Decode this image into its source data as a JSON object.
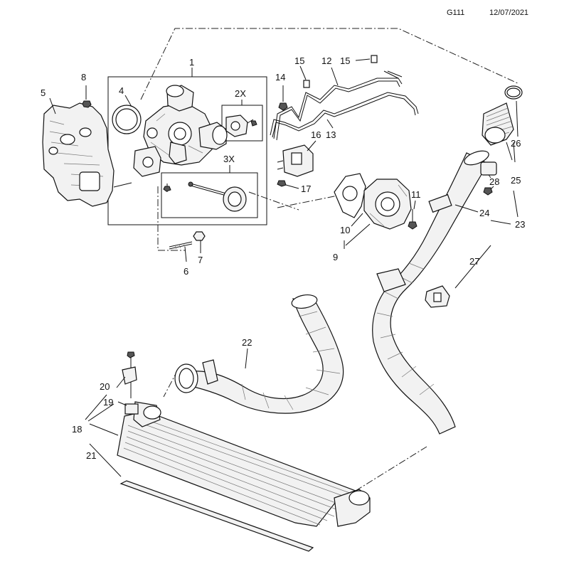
{
  "header": {
    "code": "G111",
    "date": "12/07/2021"
  },
  "callouts": [
    {
      "id": "c1",
      "text": "1"
    },
    {
      "id": "c2x",
      "text": "2X"
    },
    {
      "id": "c3x",
      "text": "3X"
    },
    {
      "id": "c4",
      "text": "4"
    },
    {
      "id": "c5",
      "text": "5"
    },
    {
      "id": "c6",
      "text": "6"
    },
    {
      "id": "c7",
      "text": "7"
    },
    {
      "id": "c8",
      "text": "8"
    },
    {
      "id": "c9",
      "text": "9"
    },
    {
      "id": "c10",
      "text": "10"
    },
    {
      "id": "c11",
      "text": "11"
    },
    {
      "id": "c12",
      "text": "12"
    },
    {
      "id": "c13",
      "text": "13"
    },
    {
      "id": "c14",
      "text": "14"
    },
    {
      "id": "c15a",
      "text": "15"
    },
    {
      "id": "c15b",
      "text": "15"
    },
    {
      "id": "c16",
      "text": "16"
    },
    {
      "id": "c17",
      "text": "17"
    },
    {
      "id": "c18",
      "text": "18"
    },
    {
      "id": "c19",
      "text": "19"
    },
    {
      "id": "c20",
      "text": "20"
    },
    {
      "id": "c21",
      "text": "21"
    },
    {
      "id": "c22",
      "text": "22"
    },
    {
      "id": "c23",
      "text": "23"
    },
    {
      "id": "c24",
      "text": "24"
    },
    {
      "id": "c25",
      "text": "25"
    },
    {
      "id": "c26",
      "text": "26"
    },
    {
      "id": "c27",
      "text": "27"
    },
    {
      "id": "c28",
      "text": "28"
    }
  ]
}
